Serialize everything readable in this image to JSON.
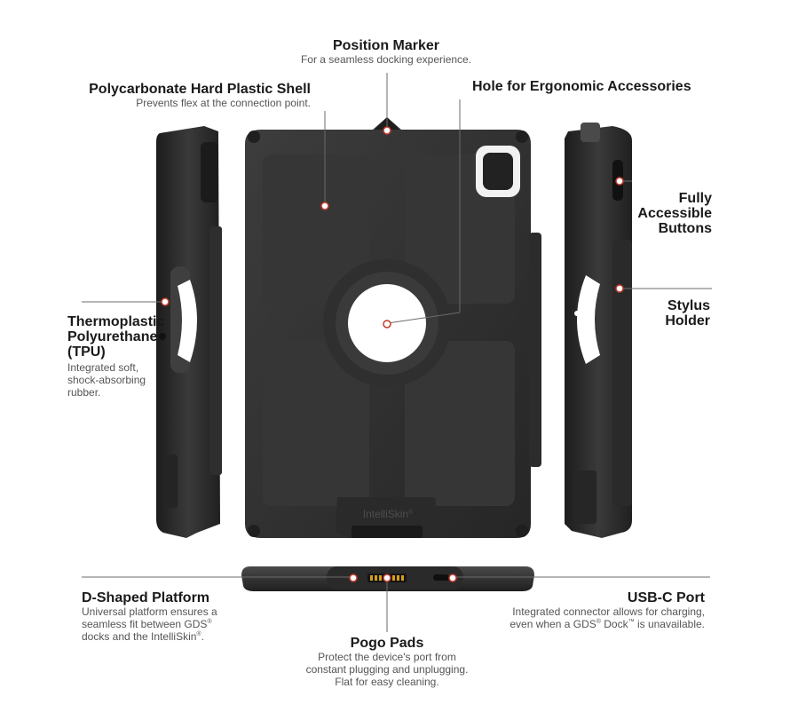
{
  "colors": {
    "background": "#ffffff",
    "case_dark": "#2b2b2b",
    "case_mid": "#3a3a3a",
    "case_edge": "#1a1a1a",
    "leader_line": "#6b6b6b",
    "marker_ring": "#c0392b",
    "title_text": "#1a1a1a",
    "body_text": "#555555"
  },
  "callouts": {
    "position_marker": {
      "title": "Position Marker",
      "desc": "For a seamless docking experience."
    },
    "hard_shell": {
      "title": "Polycarbonate Hard Plastic Shell",
      "desc": "Prevents flex at the connection point."
    },
    "ergonomic_hole": {
      "title": "Hole for Ergonomic Accessories"
    },
    "buttons": {
      "title_lines": [
        "Fully",
        "Accessible",
        "Buttons"
      ]
    },
    "stylus": {
      "title_lines": [
        "Stylus",
        "Holder"
      ]
    },
    "tpu": {
      "title_lines": [
        "Thermoplastic",
        "Polyurethane",
        "(TPU)"
      ],
      "desc_lines": [
        "Integrated soft,",
        "shock-absorbing",
        "rubber."
      ]
    },
    "d_platform": {
      "title": "D-Shaped Platform",
      "desc_line1": "Universal platform ensures a",
      "desc_line2_a": "seamless fit between GDS",
      "desc_line3_a": "docks and the IntelliSkin",
      "desc_line3_b": ".",
      "reg": "®"
    },
    "usb_c": {
      "title": "USB-C Port",
      "desc_line1": "Integrated connector allows for charging,",
      "desc_line2_a": "even when a GDS",
      "desc_line2_b": " Dock",
      "desc_line2_c": " is unavailable.",
      "reg": "®",
      "tm": "™"
    },
    "pogo": {
      "title": "Pogo Pads",
      "desc_lines": [
        "Protect the device's port from",
        "constant plugging and unplugging.",
        "Flat for easy cleaning."
      ]
    }
  },
  "product": {
    "brand_mark": "IntelliSkin",
    "brand_reg": "®"
  }
}
